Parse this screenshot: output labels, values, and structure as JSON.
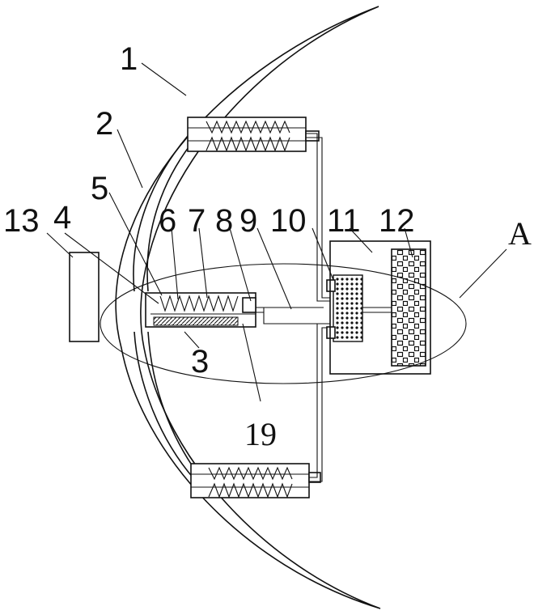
{
  "labels": {
    "l1": "1",
    "l2": "2",
    "l3": "3",
    "l4": "4",
    "l5": "5",
    "l6": "6",
    "l7": "7",
    "l8": "8",
    "l9": "9",
    "l10": "10",
    "l11": "11",
    "l12": "12",
    "l13": "13",
    "l19": "19",
    "lA": "A"
  }
}
